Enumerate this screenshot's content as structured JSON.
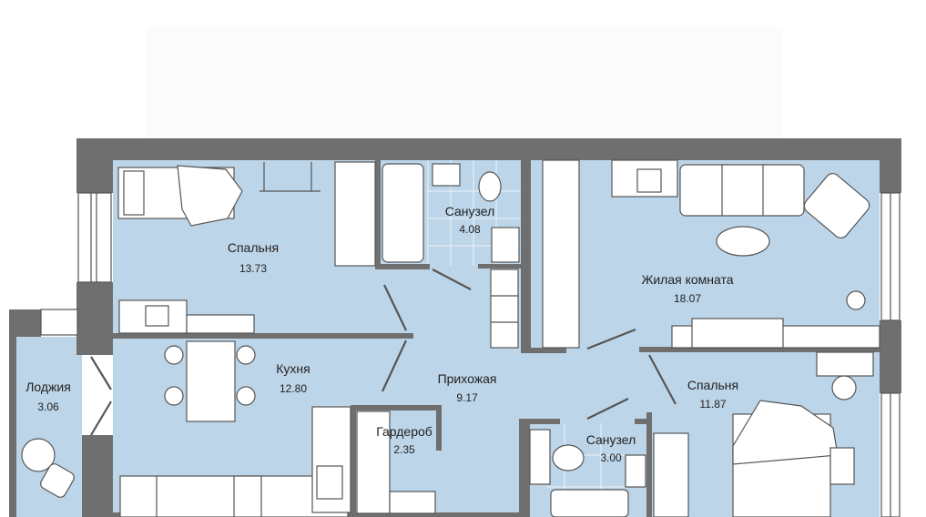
{
  "plan": {
    "rooms": [
      {
        "name": "Спальня",
        "area": "13.73"
      },
      {
        "name": "Санузел",
        "area": "4.08"
      },
      {
        "name": "Жилая комната",
        "area": "18.07"
      },
      {
        "name": "Лоджия",
        "area": "3.06"
      },
      {
        "name": "Кухня",
        "area": "12.80"
      },
      {
        "name": "Прихожая",
        "area": "9.17"
      },
      {
        "name": "Гардероб",
        "area": "2.35"
      },
      {
        "name": "Санузел",
        "area": "3.00"
      },
      {
        "name": "Спальня",
        "area": "11.87"
      }
    ],
    "colors": {
      "room": "#bdd5e8",
      "wall": "#6f6f6f"
    }
  }
}
